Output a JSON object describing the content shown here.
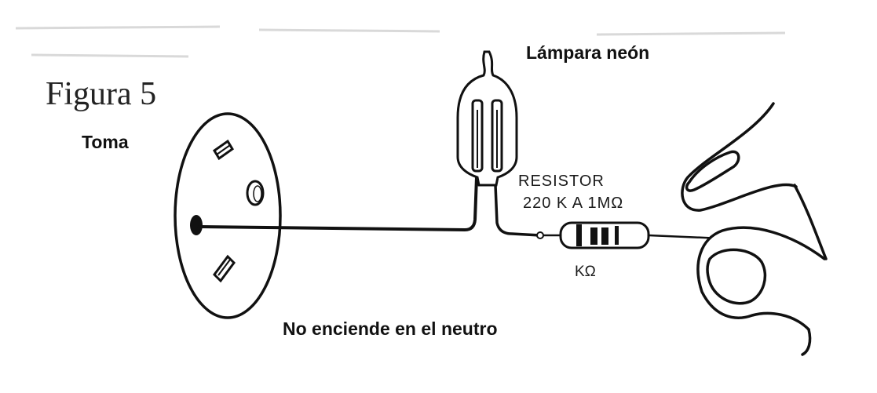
{
  "figure_label": "Figura 5",
  "labels": {
    "outlet": "Toma",
    "lamp": "Lámpara neón",
    "resistor_title": "RESISTOR",
    "resistor_range": "220 K A 1MΩ",
    "resistor_unit": "KΩ"
  },
  "caption": "No enciende en el neutro",
  "colors": {
    "ink": "#111111",
    "background": "#ffffff"
  }
}
